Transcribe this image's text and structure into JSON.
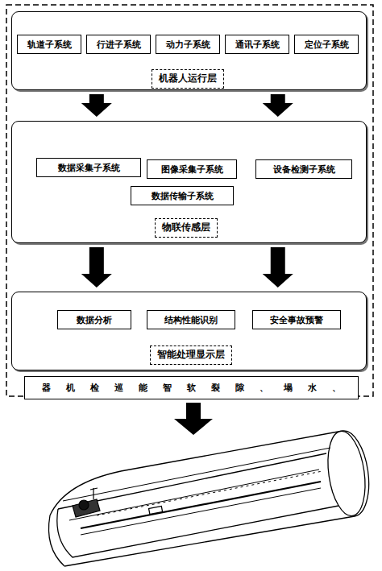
{
  "diagram": {
    "nodes": [
      {
        "text": [
          "机器人运行层"
        ]
      },
      {
        "text": [
          "轨道子系统"
        ],
        "in": 0
      },
      {
        "text": [
          "行进子系统"
        ],
        "in": 0
      },
      {
        "text": [
          "动力子系统"
        ],
        "in": 0
      },
      {
        "text": [
          "通讯子系统"
        ],
        "in": 0
      },
      {
        "text": [
          "定位子系统"
        ],
        "in": 0
      },
      {
        "text": [
          "物联传感层"
        ]
      },
      {
        "text": [
          "数据采集子系统"
        ],
        "in": 6
      },
      {
        "text": [
          "图像采集子系统"
        ],
        "in": 6
      },
      {
        "text": [
          "设备检测子系统"
        ],
        "in": 6
      },
      {
        "text": [
          "数据传输子系统"
        ],
        "in": 6
      },
      {
        "text": [
          "智能处理显示层"
        ]
      },
      {
        "text": [
          "数据分析"
        ],
        "in": 11
      },
      {
        "text": [
          "结构性能识别"
        ],
        "in": 11
      },
      {
        "text": [
          "安全事故预警"
        ],
        "in": 11
      },
      {
        "text": [
          "器机检巡能智软裂隙、塌水、"
        ]
      }
    ],
    "edges": [
      {
        "from": 0,
        "to": 6,
        "arrow": "to"
      },
      {
        "from": 0,
        "to": 6,
        "arrow": "to"
      },
      {
        "from": 6,
        "to": 11,
        "arrow": "to"
      },
      {
        "from": 6,
        "to": 11,
        "arrow": "to"
      }
    ]
  }
}
